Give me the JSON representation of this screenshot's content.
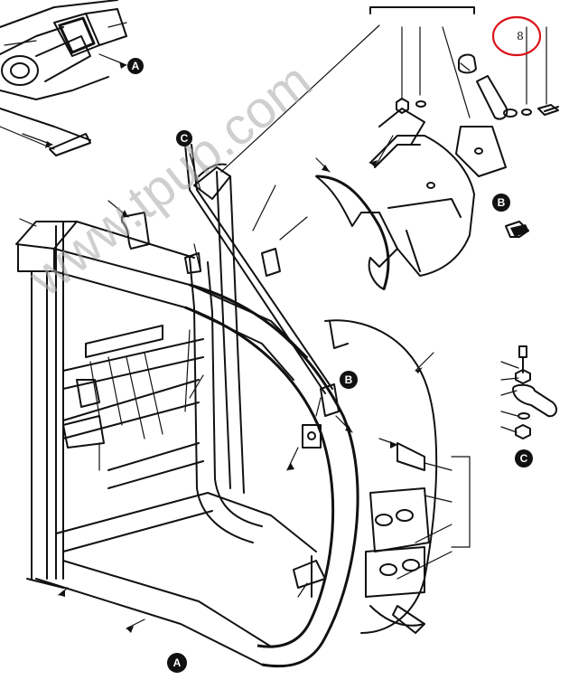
{
  "watermark": "www.tpub.com",
  "callouts": {
    "a_top": "A",
    "a_bottom": "A",
    "b_right": "B",
    "b_middle": "B",
    "c_top": "C",
    "c_right": "C"
  },
  "item_number": "8",
  "colors": {
    "line": "#111111",
    "highlight_ring": "#d9141d",
    "watermark": "#a9a9a9"
  },
  "icons": [
    "arrow-icon",
    "bolt-icon",
    "washer-icon",
    "nut-icon"
  ]
}
